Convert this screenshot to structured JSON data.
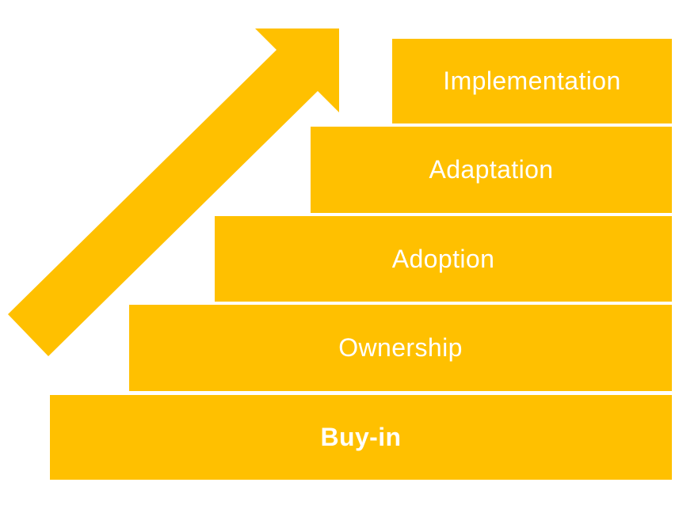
{
  "colors": {
    "gold": "#FFC000",
    "label_text": "#FFFFFF",
    "background": "#FFFFFF"
  },
  "diagram": {
    "kind": "staircase-progression",
    "arrow": {
      "name": "ascending-arrow",
      "direction": "up-right",
      "color": "#FFC000"
    },
    "steps": [
      {
        "level": 1,
        "label": "Buy-in",
        "emphasis": "bold"
      },
      {
        "level": 2,
        "label": "Ownership",
        "emphasis": "normal"
      },
      {
        "level": 3,
        "label": "Adoption",
        "emphasis": "normal"
      },
      {
        "level": 4,
        "label": "Adaptation",
        "emphasis": "normal"
      },
      {
        "level": 5,
        "label": "Implementation",
        "emphasis": "normal"
      }
    ]
  }
}
